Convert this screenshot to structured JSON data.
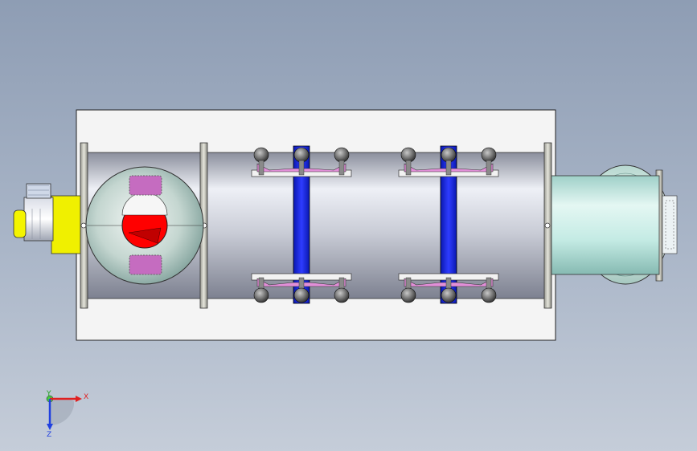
{
  "colors": {
    "background_top": "#8e9db4",
    "background_bottom": "#c5cdd9",
    "base_plate": "#f4f4f4",
    "drum_steel": "#c9ccd6",
    "clamp_band": "#1d2cf0",
    "pink_bracket": "#e28fd8",
    "red_opening": "#ff0000",
    "yellow_mount": "#f0f000",
    "inlet_cyan": "#c4ebe4",
    "outlines": "#000000"
  },
  "triad": {
    "x_label": "X",
    "y_label": "Y",
    "z_label": "Z",
    "x_color": "#e02020",
    "y_color": "#20b020",
    "z_color": "#2040e0"
  }
}
